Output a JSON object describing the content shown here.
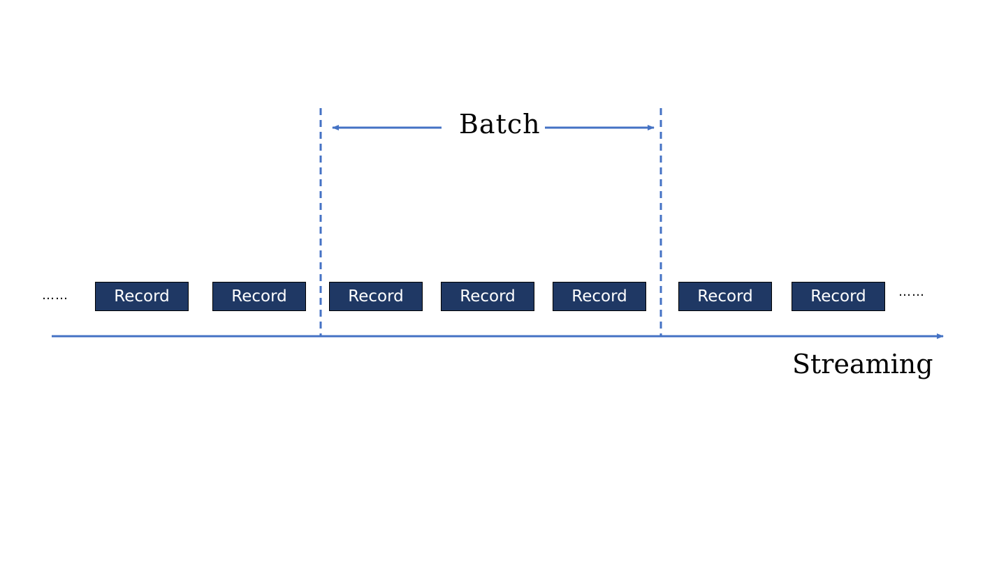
{
  "colors": {
    "line": "#4472c4",
    "record_fill": "#1f3864",
    "record_text": "#ffffff",
    "label_text": "#000000"
  },
  "batch_label": "Batch",
  "streaming_label": "Streaming",
  "ellipsis_left": "……",
  "ellipsis_right": "……",
  "records": [
    {
      "label": "Record"
    },
    {
      "label": "Record"
    },
    {
      "label": "Record"
    },
    {
      "label": "Record"
    },
    {
      "label": "Record"
    },
    {
      "label": "Record"
    },
    {
      "label": "Record"
    }
  ]
}
